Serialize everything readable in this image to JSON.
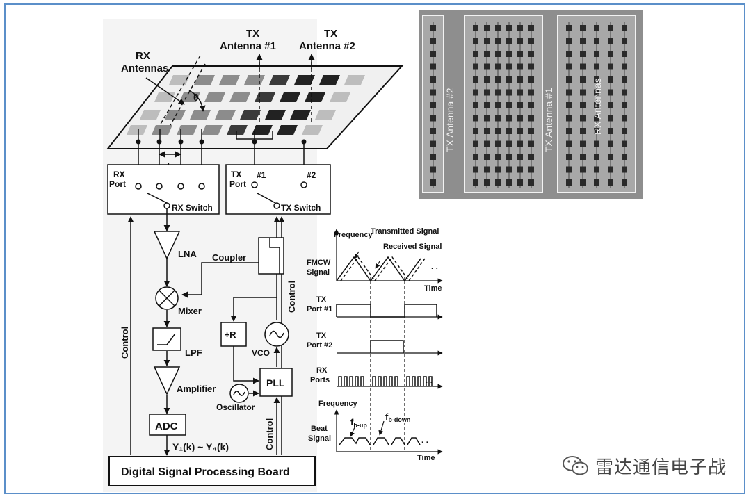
{
  "antenna_array": {
    "rx_antennas": [
      "RX",
      "Antennas"
    ],
    "tx1": [
      "TX",
      "Antenna #1"
    ],
    "tx2": [
      "TX",
      "Antenna #2"
    ],
    "theta": "θ",
    "spacing": "d"
  },
  "rx_block": {
    "port": [
      "RX",
      "Port"
    ],
    "switch": "RX Switch"
  },
  "tx_block": {
    "port": [
      "TX",
      "Port"
    ],
    "port1": "#1",
    "port2": "#2",
    "switch": "TX Switch"
  },
  "chain": {
    "lna": "LNA",
    "mixer": "Mixer",
    "lpf": "LPF",
    "amplifier": "Amplifier",
    "adc": "ADC",
    "output": "Y₁(k) ~ Y₄(k)",
    "coupler": "Coupler",
    "divider": "÷R",
    "vco": "VCO",
    "pll": "PLL",
    "oscillator": "Oscillator",
    "control": "Control",
    "dsp": "Digital Signal Processing Board"
  },
  "timing": {
    "frequency": "Frequency",
    "transmitted": "Transmitted Signal",
    "received": "Received Signal",
    "fmcw": [
      "FMCW",
      "Signal"
    ],
    "time": "Time",
    "tx_port1": [
      "TX",
      "Port #1"
    ],
    "tx_port2": [
      "TX",
      "Port #2"
    ],
    "rx_ports": [
      "RX",
      "Ports"
    ],
    "beat": [
      "Beat",
      "Signal"
    ],
    "fb_up": "f",
    "fb_up_sub": "b-up",
    "fb_down": "f",
    "fb_down_sub": "b-down",
    "dots": "· ·"
  },
  "photo": {
    "tx2": "TX Antenna #2",
    "tx1": "TX Antenna #1",
    "rx": "RX Antennas"
  },
  "watermark": "雷达通信电子战"
}
